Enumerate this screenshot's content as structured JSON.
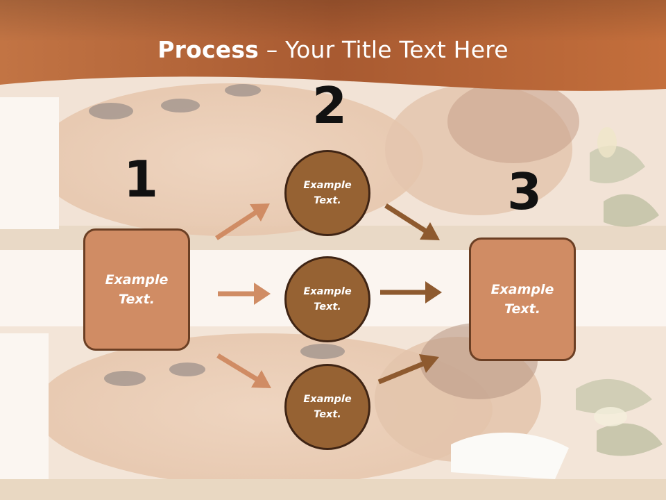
{
  "title": {
    "bold": "Process",
    "rest": " – Your Title Text Here"
  },
  "numbers": {
    "one": "1",
    "two": "2",
    "three": "3"
  },
  "boxes": {
    "left": {
      "line1": "Example",
      "line2": "Text."
    },
    "right": {
      "line1": "Example",
      "line2": "Text."
    }
  },
  "circles": {
    "top": {
      "line1": "Example",
      "line2": "Text."
    },
    "middle": {
      "line1": "Example",
      "line2": "Text."
    },
    "bottom": {
      "line1": "Example",
      "line2": "Text."
    }
  },
  "colors": {
    "header": "#b96a3c",
    "box_fill": "#d08c64",
    "circle_fill": "#966233",
    "arrow_light": "#d08c64",
    "arrow_dark": "#8e5a2f"
  }
}
